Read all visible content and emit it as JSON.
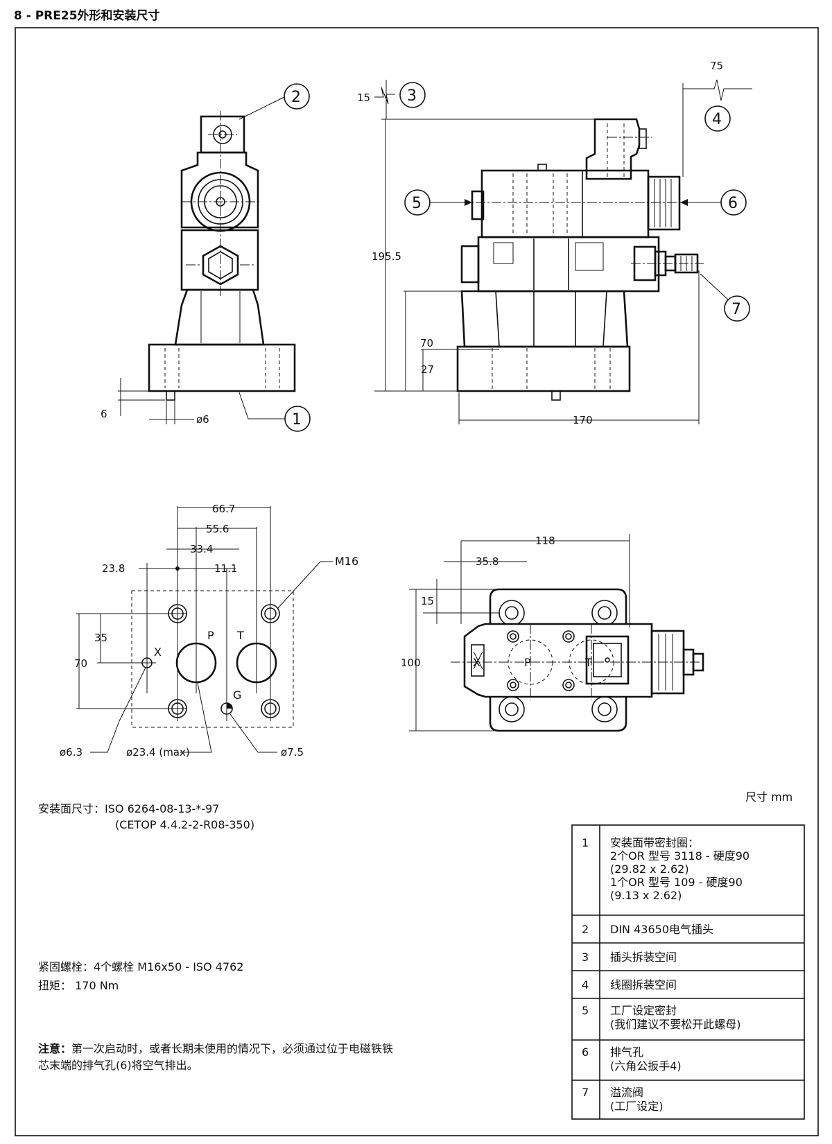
{
  "heading": {
    "prefix": "8 - PRE25",
    "rest": "外形和安装尺寸"
  },
  "callouts": [
    "1",
    "2",
    "3",
    "4",
    "5",
    "6",
    "7"
  ],
  "side_view": {
    "dim_6": "6",
    "dim_pin": "ø6"
  },
  "front_view": {
    "dim_15": "15",
    "dim_75": "75",
    "dim_195_5": "195.5",
    "dim_70": "70",
    "dim_27": "27",
    "dim_170": "170"
  },
  "mounting_face": {
    "dims": {
      "d66_7": "66.7",
      "d55_6": "55.6",
      "d33_4": "33.4",
      "d23_8": "23.8",
      "d11_1": "11.1",
      "d35": "35",
      "d70": "70"
    },
    "thread": "M16",
    "ports": {
      "x": "X",
      "p": "P",
      "t": "T",
      "g": "G"
    },
    "hole_x": "ø6.3",
    "hole_pt": "ø23.4 (max)",
    "hole_g": "ø7.5"
  },
  "top_view": {
    "d118": "118",
    "d35_8": "35.8",
    "d15": "15",
    "d100": "100",
    "ports": {
      "x": "X",
      "p": "P",
      "t": "T"
    }
  },
  "units_note": "尺寸   mm",
  "mounting_surface": {
    "label": "安装面尺寸：",
    "line1": "ISO 6264-08-13-*-97",
    "line2": "(CETOP 4.4.2-2-R08-350)"
  },
  "bolts": {
    "line1": "紧固螺栓：4个螺栓 M16x50 - ISO 4762",
    "line2": "扭矩：  170 Nm"
  },
  "notice": {
    "label": "注意：",
    "line1": "第一次启动时，或者长期未使用的情况下，必须通过位于电磁铁铁",
    "line2": "芯末端的排气孔(6)将空气排出。"
  },
  "legend": [
    {
      "num": "1",
      "lines": [
        "安装面带密封圈：",
        "2个OR 型号 3118 - 硬度90",
        "(29.82 x 2.62)",
        "1个OR 型号  109 - 硬度90",
        "(9.13 x 2.62)"
      ]
    },
    {
      "num": "2",
      "lines": [
        "DIN 43650电气插头"
      ]
    },
    {
      "num": "3",
      "lines": [
        "插头拆装空间"
      ]
    },
    {
      "num": "4",
      "lines": [
        "线圈拆装空间"
      ]
    },
    {
      "num": "5",
      "lines": [
        "工厂设定密封",
        "(我们建议不要松开此螺母)"
      ]
    },
    {
      "num": "6",
      "lines": [
        "排气孔",
        "(六角公扳手4)"
      ]
    },
    {
      "num": "7",
      "lines": [
        "溢流阀",
        "(工厂设定)"
      ]
    }
  ]
}
